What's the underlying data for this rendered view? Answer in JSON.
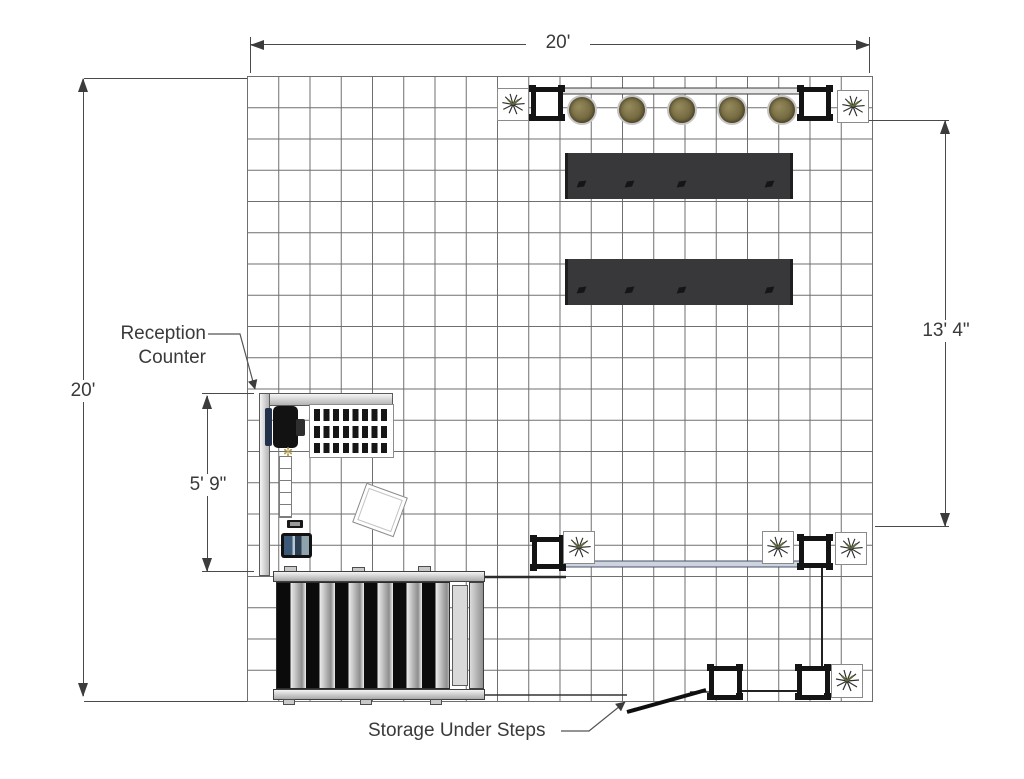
{
  "diagram": {
    "type": "trade-show booth floor plan, 20ft x 20ft grid",
    "dimensions": {
      "top_width": "20'",
      "left_height": "20'",
      "right_partial_height": "13' 4\"",
      "reception_height": "5' 9\""
    },
    "labels": {
      "reception_counter": "Reception Counter",
      "storage_under_steps": "Storage Under Steps"
    },
    "colors": {
      "background": "#ffffff",
      "grid_line": "#6e6e6e",
      "dimension_text": "#3a3a3a",
      "table_top": "#38383a",
      "plant_foliage": "#7a6f45",
      "stair_tread": "#0b0b0b",
      "beam_rail": "#cfd3de"
    }
  }
}
